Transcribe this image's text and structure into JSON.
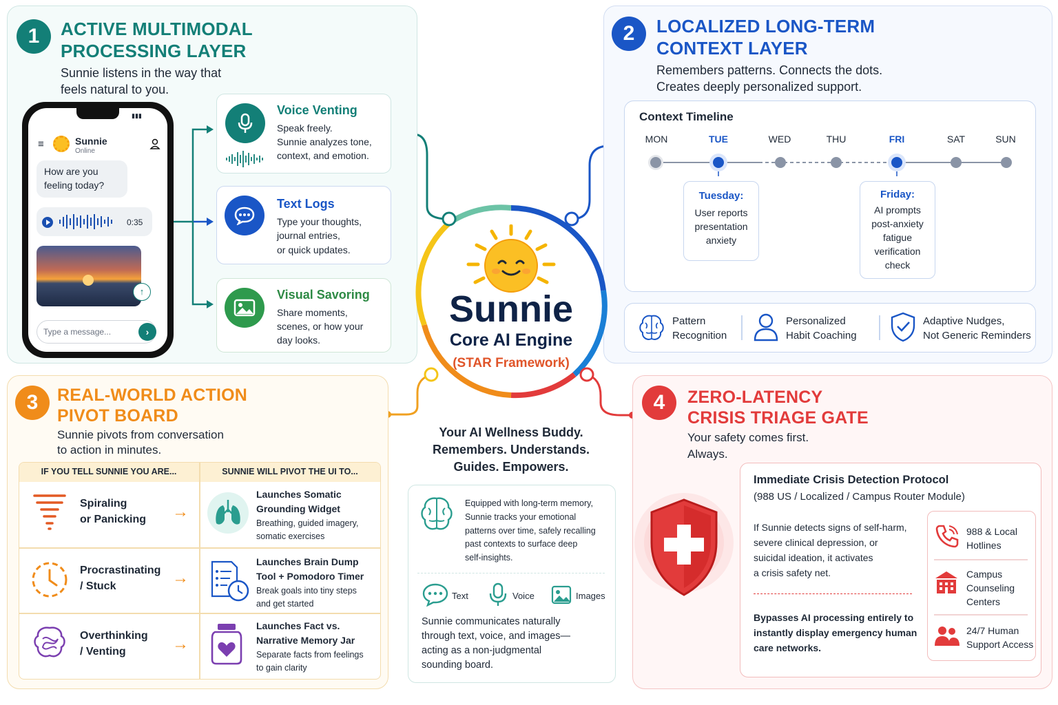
{
  "colors": {
    "teal": "#137f77",
    "blue": "#1a56c6",
    "orange": "#f08c1a",
    "red": "#e23b3b",
    "center_green": "#2a7d78"
  },
  "layer1": {
    "number": "1",
    "title_line1": "ACTIVE MULTIMODAL",
    "title_line2": "PROCESSING LAYER",
    "subtitle_line1": "Sunnie listens in the way that",
    "subtitle_line2": "feels natural to you.",
    "phone": {
      "name": "Sunnie",
      "status": "Online",
      "bubble_line1": "How are you",
      "bubble_line2": "feeling today?",
      "audio_time": "0:35",
      "input_placeholder": "Type a message..."
    },
    "cards": [
      {
        "title": "Voice Venting",
        "line1": "Speak freely.",
        "line2": "Sunnie analyzes tone,",
        "line3": "context, and emotion.",
        "icon": "microphone-icon"
      },
      {
        "title": "Text Logs",
        "line1": "Type your thoughts,",
        "line2": "journal entries,",
        "line3": "or quick updates.",
        "icon": "chat-bubble-icon"
      },
      {
        "title": "Visual Savoring",
        "line1": "Share moments,",
        "line2": "scenes, or how your",
        "line3": "day looks.",
        "icon": "image-icon"
      }
    ]
  },
  "layer2": {
    "number": "2",
    "title_line1": "LOCALIZED LONG-TERM",
    "title_line2": "CONTEXT LAYER",
    "subtitle_line1": "Remembers patterns. Connects the dots.",
    "subtitle_line2": "Creates deeply personalized support.",
    "timeline_title": "Context Timeline",
    "days": [
      "MON",
      "TUE",
      "WED",
      "THU",
      "FRI",
      "SAT",
      "SUN"
    ],
    "tuesday": {
      "title": "Tuesday:",
      "line1": "User reports",
      "line2": "presentation",
      "line3": "anxiety"
    },
    "friday": {
      "title": "Friday:",
      "line1": "AI prompts",
      "line2": "post-anxiety",
      "line3": "fatigue",
      "line4": "verification",
      "line5": "check"
    },
    "features": [
      {
        "line1": "Pattern",
        "line2": "Recognition",
        "icon": "brain-icon"
      },
      {
        "line1": "Personalized",
        "line2": "Habit Coaching",
        "icon": "person-icon"
      },
      {
        "line1": "Adaptive Nudges,",
        "line2": "Not Generic Reminders",
        "icon": "shield-check-icon"
      }
    ]
  },
  "center": {
    "name": "Sunnie",
    "engine": "Core AI Engine",
    "framework": "(STAR Framework)",
    "tagline1": "Your AI Wellness Buddy.",
    "tagline2": "Remembers. Understands.",
    "tagline3": "Guides. Empowers.",
    "memory_lines": [
      "Equipped with long-term memory,",
      "Sunnie tracks your emotional",
      "patterns over time, safely recalling",
      "past contexts to surface deep",
      "self-insights."
    ],
    "modes": [
      "Text",
      "Voice",
      "Images"
    ],
    "comm_lines": [
      "Sunnie communicates naturally",
      "through text, voice, and images—",
      "acting as a non-judgmental",
      "sounding board."
    ]
  },
  "layer3": {
    "number": "3",
    "title_line1": "REAL-WORLD ACTION",
    "title_line2": "PIVOT BOARD",
    "subtitle_line1": "Sunnie pivots from conversation",
    "subtitle_line2": "to action in minutes.",
    "col1": "IF YOU TELL SUNNIE YOU ARE...",
    "col2": "SUNNIE WILL PIVOT THE UI TO...",
    "rows": [
      {
        "state1": "Spiraling",
        "state2": "or Panicking",
        "action1": "Launches Somatic",
        "action2": "Grounding Widget",
        "desc1": "Breathing, guided imagery,",
        "desc2": "somatic exercises"
      },
      {
        "state1": "Procrastinating",
        "state2": "/ Stuck",
        "action1": "Launches Brain Dump",
        "action2": "Tool + Pomodoro Timer",
        "desc1": "Break goals into tiny steps",
        "desc2": "and get started"
      },
      {
        "state1": "Overthinking",
        "state2": "/ Venting",
        "action1": "Launches Fact vs.",
        "action2": "Narrative Memory Jar",
        "desc1": "Separate facts from feelings",
        "desc2": "to gain clarity"
      }
    ]
  },
  "layer4": {
    "number": "4",
    "title_line1": "ZERO-LATENCY",
    "title_line2": "CRISIS TRIAGE GATE",
    "subtitle_line1": "Your safety comes first.",
    "subtitle_line2": "Always.",
    "protocol_title": "Immediate Crisis Detection Protocol",
    "protocol_sub": "(988 US / Localized / Campus Router Module)",
    "detect_lines": [
      "If Sunnie detects signs of self-harm,",
      "severe clinical depression, or",
      "suicidal ideation, it activates",
      "a crisis safety net."
    ],
    "bypass_lines": [
      "Bypasses AI processing entirely to",
      "instantly display emergency human",
      "care networks."
    ],
    "resources": [
      {
        "line1": "988 & Local",
        "line2": "Hotlines",
        "line3": "",
        "icon": "phone-icon"
      },
      {
        "line1": "Campus",
        "line2": "Counseling",
        "line3": "Centers",
        "icon": "building-icon"
      },
      {
        "line1": "24/7 Human",
        "line2": "Support Access",
        "line3": "",
        "icon": "people-icon"
      }
    ]
  }
}
